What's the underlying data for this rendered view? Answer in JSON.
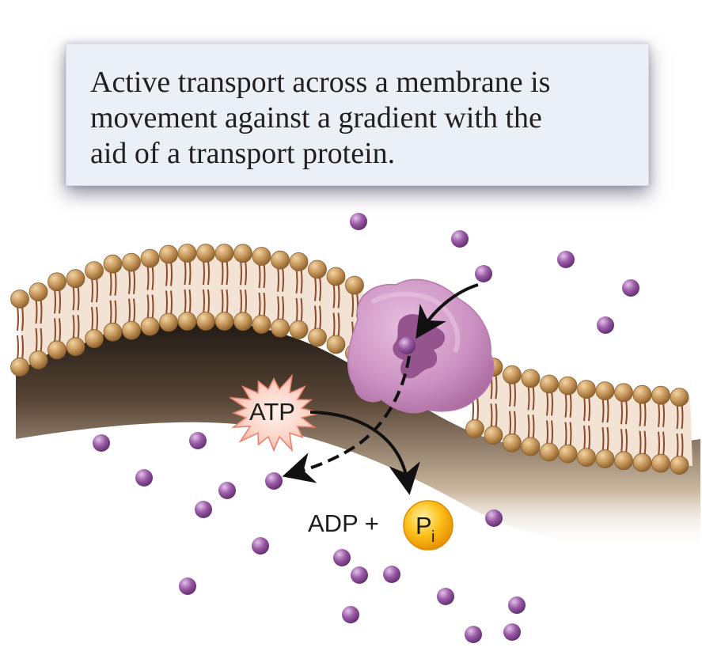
{
  "caption": {
    "text": "Active transport across a membrane is movement against a gradient with the aid of a transport protein."
  },
  "labels": {
    "atp": "ATP",
    "adp_plus": "ADP +",
    "pi": "P",
    "pi_subscript": "i"
  },
  "icons": {
    "molecule": "small-purple-sphere",
    "atp_burst": "starburst",
    "phosphate": "orange-circle"
  },
  "colors": {
    "molecule": "#8e4f9a",
    "protein": "#c78fbe",
    "lipid_head": "#b88a4c",
    "tail": "#8c4a2a",
    "atp_burst": "#f6b3a6",
    "phosphate": "#f5a400",
    "caption_background": "#eaf0f5",
    "arrow": "#111111"
  }
}
